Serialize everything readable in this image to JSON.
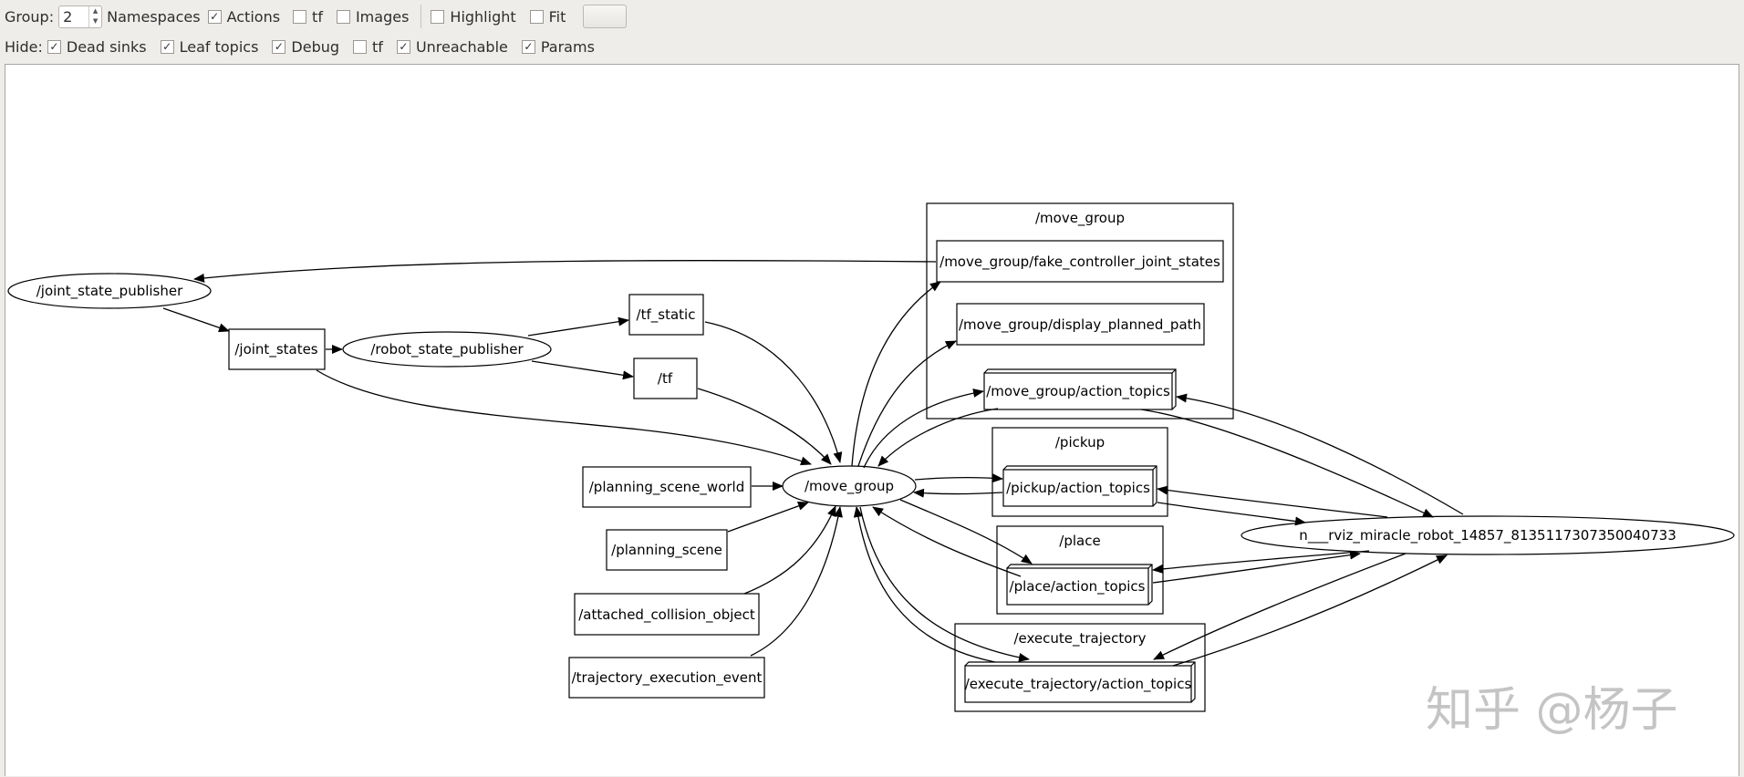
{
  "toolbar": {
    "group_label": "Group:",
    "group_value": "2",
    "namespaces": {
      "label": "Namespaces",
      "checked": true
    },
    "actions": {
      "label": "Actions",
      "checked": false
    },
    "tf": {
      "label": "tf",
      "checked": false
    },
    "images": {
      "label": "Images",
      "checked": false
    },
    "highlight": {
      "label": "Highlight",
      "checked": false
    },
    "fit": {
      "label": "Fit",
      "checked": false
    }
  },
  "hide": {
    "label": "Hide:",
    "dead_sinks": {
      "label": "Dead sinks",
      "checked": true
    },
    "leaf_topics": {
      "label": "Leaf topics",
      "checked": true
    },
    "debug": {
      "label": "Debug",
      "checked": true
    },
    "tf": {
      "label": "tf",
      "checked": false
    },
    "unreachable": {
      "label": "Unreachable",
      "checked": true
    },
    "params": {
      "label": "Params",
      "checked": true
    }
  },
  "check_mark": "✓",
  "graph": {
    "clusters": {
      "move_group": "/move_group",
      "pickup": "/pickup",
      "place": "/place",
      "execute_trajectory": "/execute_trajectory"
    },
    "nodes": {
      "joint_state_publisher": "/joint_state_publisher",
      "joint_states": "/joint_states",
      "robot_state_publisher": "/robot_state_publisher",
      "tf_static": "/tf_static",
      "tf": "/tf",
      "planning_scene_world": "/planning_scene_world",
      "planning_scene": "/planning_scene",
      "attached_collision_object": "/attached_collision_object",
      "trajectory_execution_event": "/trajectory_execution_event",
      "move_group": "/move_group",
      "fake_controller_joint_states": "/move_group/fake_controller_joint_states",
      "display_planned_path": "/move_group/display_planned_path",
      "mg_action_topics": "/move_group/action_topics",
      "pickup_action_topics": "/pickup/action_topics",
      "place_action_topics": "/place/action_topics",
      "execute_trajectory_action_topics": "/execute_trajectory/action_topics",
      "rviz": "n___rviz_miracle_robot_14857_8135117307350040733"
    },
    "watermark": "知乎 @杨子"
  }
}
